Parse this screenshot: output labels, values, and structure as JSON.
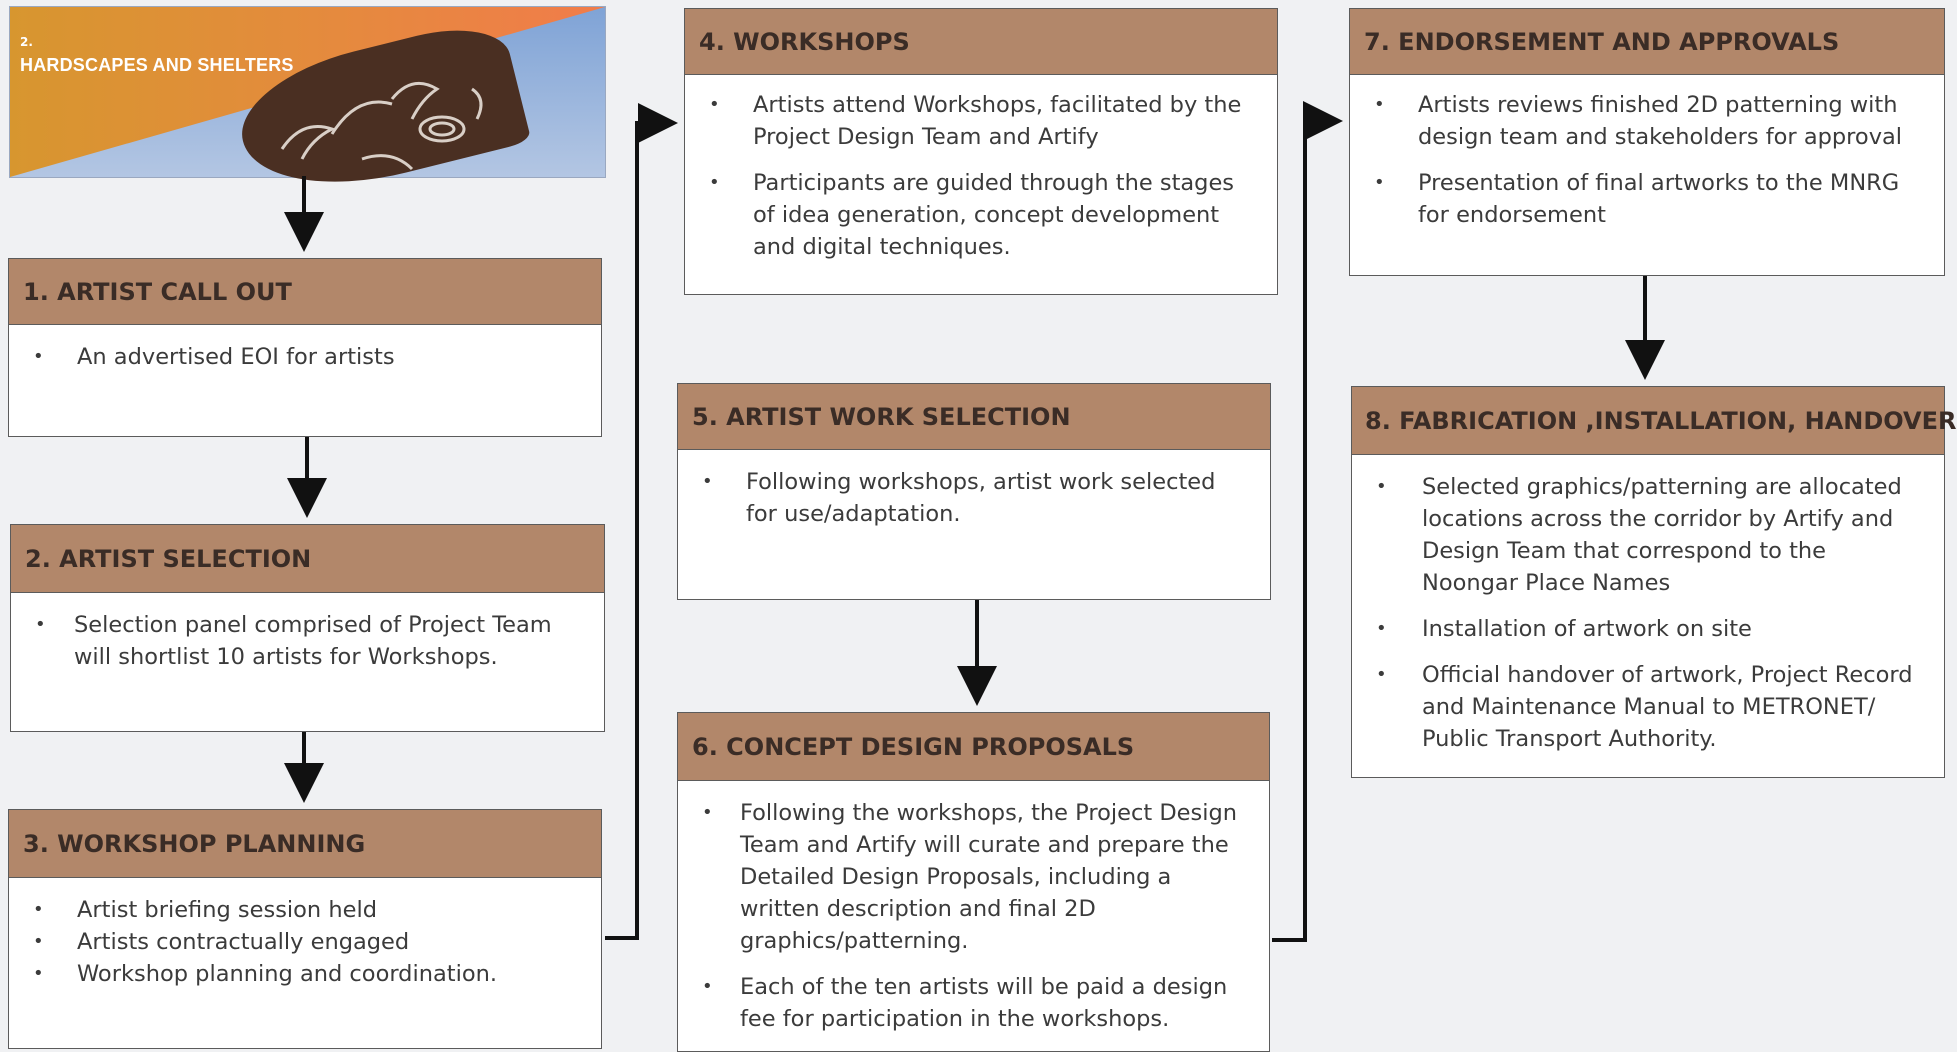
{
  "hero": {
    "number": "2.",
    "title": "HARDSCAPES AND SHELTERS"
  },
  "steps": [
    {
      "title": "1. ARTIST CALL OUT",
      "bullets": [
        "An advertised EOI for artists"
      ]
    },
    {
      "title": "2. ARTIST SELECTION",
      "bullets": [
        "Selection panel comprised of Project Team will shortlist 10 artists for Workshops."
      ]
    },
    {
      "title": "3. WORKSHOP PLANNING",
      "bullets": [
        "Artist briefing session held",
        "Artists contractually engaged",
        "Workshop planning and coordination."
      ]
    },
    {
      "title": "4. WORKSHOPS",
      "bullets": [
        "Artists attend Workshops, facilitated by the Project Design Team and Artify",
        "Participants are guided through the stages of idea generation, concept development and digital techniques."
      ]
    },
    {
      "title": "5. ARTIST WORK SELECTION",
      "bullets": [
        "Following workshops, artist work selected for use/adaptation."
      ]
    },
    {
      "title": "6. CONCEPT DESIGN PROPOSALS",
      "bullets": [
        "Following the workshops, the Project Design Team and Artify will curate and prepare the Detailed Design Proposals, including a written description and final 2D graphics/patterning.",
        "Each of the ten artists will be paid a design fee for participation in the workshops."
      ]
    },
    {
      "title": "7. ENDORSEMENT AND APPROVALS",
      "bullets": [
        "Artists reviews finished 2D patterning with design team and stakeholders for approval",
        "Presentation of final artworks to the MNRG for endorsement"
      ]
    },
    {
      "title": "8. FABRICATION ,INSTALLATION, HANDOVER",
      "bullets": [
        "Selected graphics/patterning are allocated locations across the corridor by Artify and Design Team that correspond to the Noongar Place Names",
        "Installation of artwork on site",
        "Official handover of artwork, Project Record and Maintenance Manual to METRONET/ Public Transport Authority."
      ]
    }
  ]
}
